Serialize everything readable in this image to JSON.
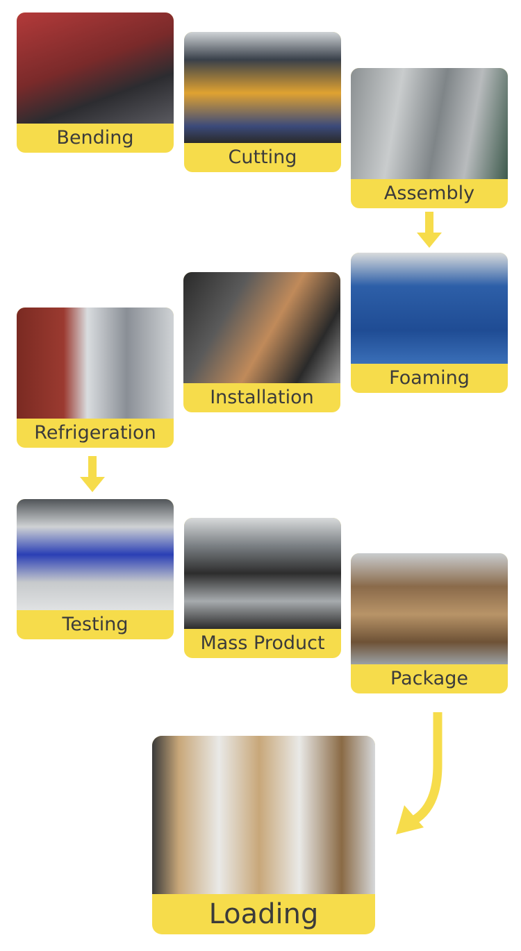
{
  "steps": [
    {
      "label": "Bending"
    },
    {
      "label": "Cutting"
    },
    {
      "label": "Assembly"
    },
    {
      "label": "Foaming"
    },
    {
      "label": "Installation"
    },
    {
      "label": "Refrigeration"
    },
    {
      "label": "Testing"
    },
    {
      "label": "Mass Product"
    },
    {
      "label": "Package"
    },
    {
      "label": "Loading"
    }
  ],
  "colors": {
    "accent": "#f6dc4b",
    "text": "#3b3b3b"
  }
}
